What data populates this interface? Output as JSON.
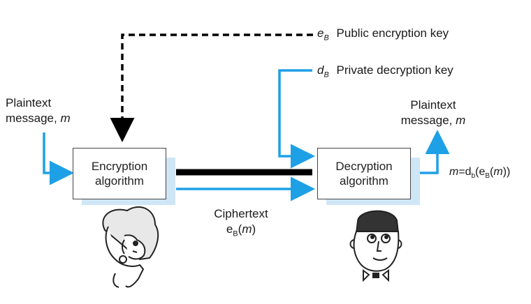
{
  "colors": {
    "accent": "#1ea0e6",
    "shadow": "#cfe6f7",
    "line": "#000000"
  },
  "public_key": {
    "symbol": "e",
    "sub": "B",
    "text": "Public encryption key"
  },
  "private_key": {
    "symbol": "d",
    "sub": "B",
    "text": "Private decryption key"
  },
  "plaintext_in": {
    "line1": "Plaintext",
    "line2": "message,",
    "var": "m"
  },
  "plaintext_out": {
    "line1": "Plaintext",
    "line2": "message,",
    "var": "m"
  },
  "encryption_box": {
    "line1": "Encryption",
    "line2": "algorithm"
  },
  "decryption_box": {
    "line1": "Decryption",
    "line2": "algorithm"
  },
  "ciphertext": {
    "line1": "Ciphertext",
    "e": "e",
    "sub": "B",
    "open": "(",
    "var": "m",
    "close": ")"
  },
  "formula": {
    "m": "m",
    "eq": "=d",
    "sub1": "b",
    "open": "(e",
    "sub2": "B",
    "open2": "(",
    "inner": "m",
    "close": "))"
  },
  "icons": [
    "woman-portrait-icon",
    "man-portrait-icon"
  ]
}
